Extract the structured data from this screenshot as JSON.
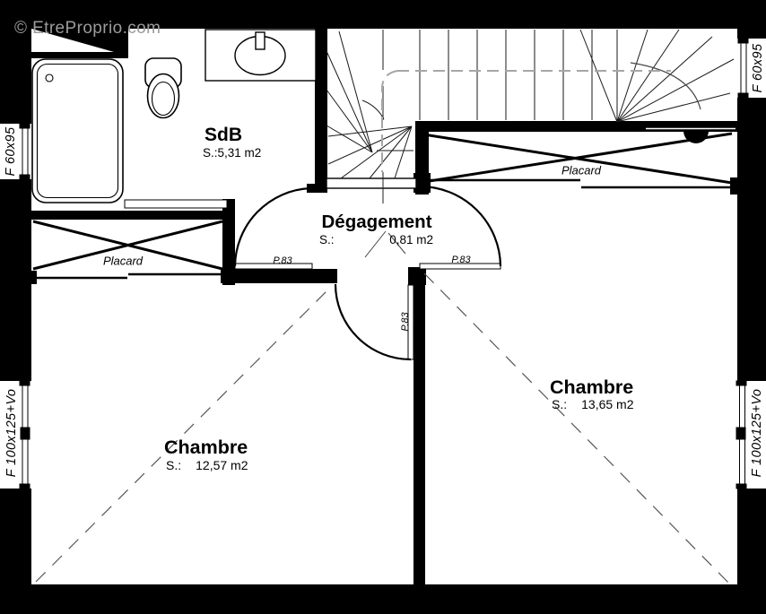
{
  "watermark": "© EtreProprio.com",
  "rooms": {
    "sdb": {
      "name": "SdB",
      "area": "S.:5,31 m2"
    },
    "degagement": {
      "name": "Dégagement",
      "area_label": "S.:",
      "area_value": "0,81 m2"
    },
    "chambre_left": {
      "name": "Chambre",
      "area_label": "S.:",
      "area_value": "12,57 m2"
    },
    "chambre_right": {
      "name": "Chambre",
      "area_label": "S.:",
      "area_value": "13,65 m2"
    }
  },
  "closets": {
    "left": "Placard",
    "right": "Placard"
  },
  "doors": {
    "left": "P.83",
    "right": "P.83",
    "bottom": "P.83"
  },
  "windows": {
    "bath_left": "F 60x95",
    "stairs_right": "F 60x95",
    "chambre_left": "F 100x125+Vo",
    "chambre_right": "F 100x125+Vo"
  },
  "colors": {
    "wall": "#000000",
    "background": "#ffffff",
    "watermark": "#9b9b9b",
    "walkline": "#a6a6a6",
    "dashed_line": "#555555"
  }
}
